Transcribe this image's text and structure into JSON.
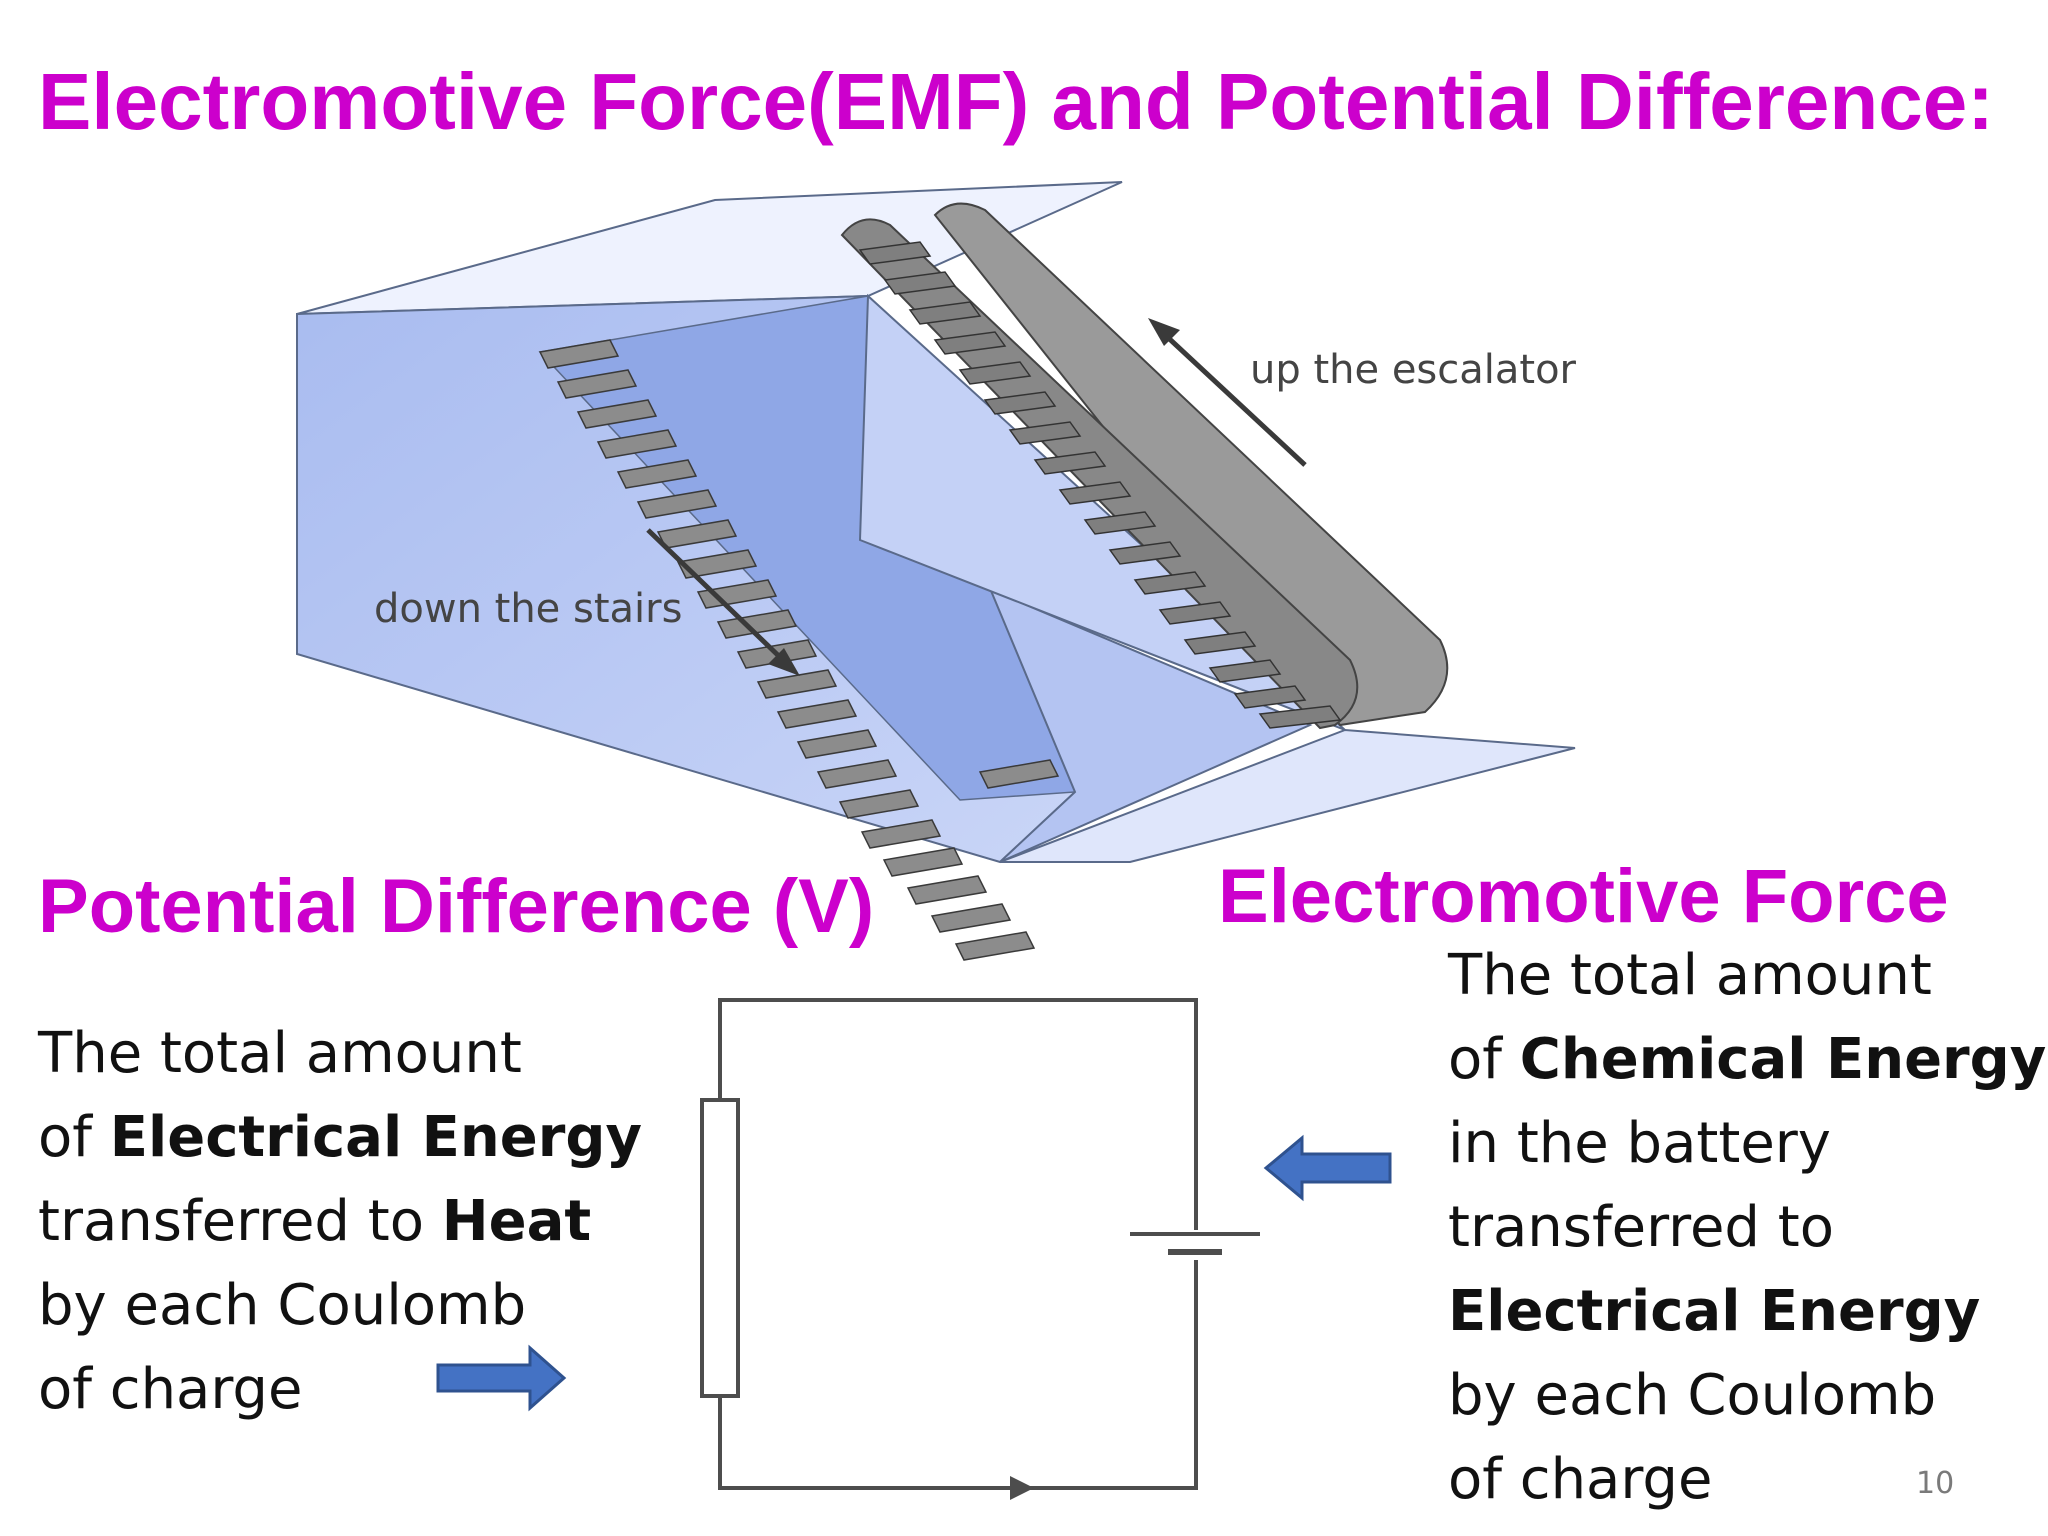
{
  "slide": {
    "title": "Electromotive Force(EMF) and Potential Difference:",
    "illustration": {
      "label_down": "down the stairs",
      "label_up": "up the escalator"
    },
    "pd": {
      "heading": "Potential Difference (V)",
      "line1": "The total amount",
      "line2_prefix": "of ",
      "line2_bold": "Electrical Energy",
      "line3_prefix": "transferred to ",
      "line3_bold": "Heat",
      "line4": "by each Coulomb",
      "line5": "of charge"
    },
    "emf": {
      "heading": "Electromotive Force",
      "line1": "The total amount",
      "line2_prefix": "of ",
      "line2_bold": "Chemical Energy",
      "line3": "in the battery",
      "line4": "transferred to",
      "line5_bold": "Electrical Energy",
      "line6": "by each Coulomb",
      "line7": "of charge"
    },
    "page_number": "10"
  },
  "colors": {
    "title": "#cc00cc",
    "arrow_fill": "#4472c4",
    "arrow_stroke": "#2f528f",
    "wall": "#b7c6f0",
    "stairs": "#8c8c8c"
  },
  "icons": {
    "arrow_to_resistor": "right-arrow-icon",
    "arrow_to_battery": "left-arrow-icon"
  }
}
